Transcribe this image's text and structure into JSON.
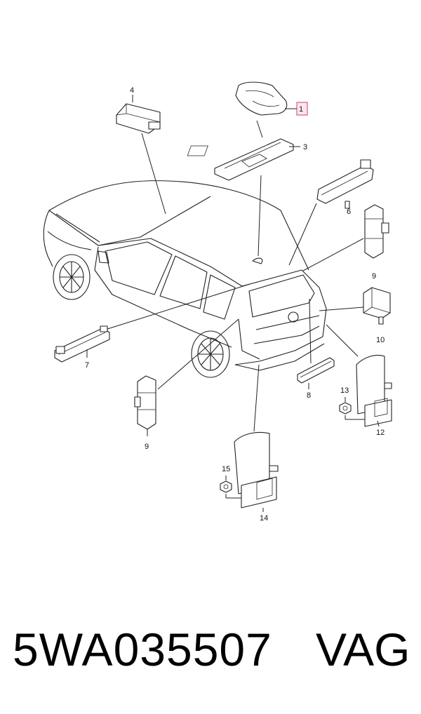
{
  "callouts": {
    "c1": "1",
    "c3": "3",
    "c4": "4",
    "c6": "6",
    "c7": "7",
    "c8": "8",
    "c9a": "9",
    "c9b": "9",
    "c10": "10",
    "c12": "12",
    "c13": "13",
    "c14": "14",
    "c15": "15"
  },
  "footer": {
    "part_number": "5WA035507",
    "brand": "VAG"
  },
  "colors": {
    "highlight_fill": "#fbe9ee",
    "highlight_border": "#e05a7a",
    "ink": "#222222"
  }
}
